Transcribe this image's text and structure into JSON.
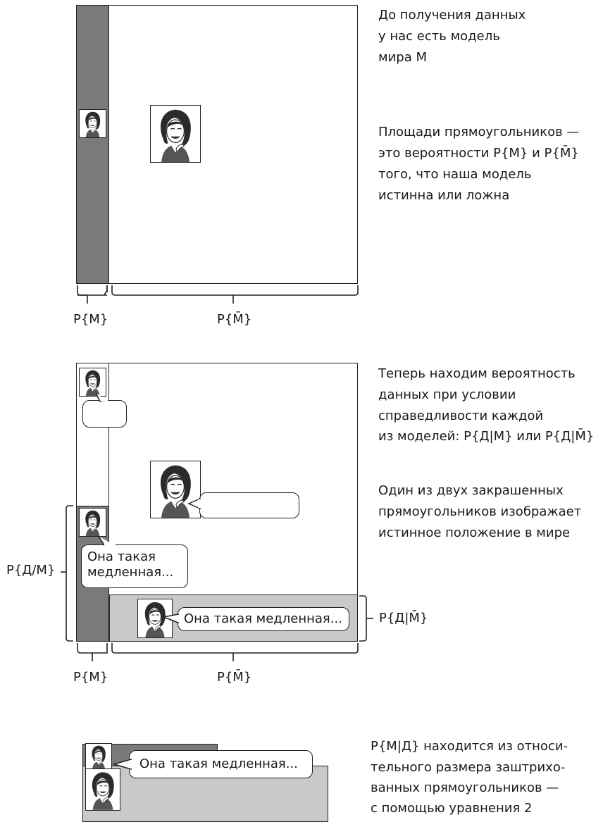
{
  "panel1": {
    "text_lines": [
      "До получения данных",
      "у нас есть модель",
      "мира М"
    ],
    "text2_lines": [
      "Площади прямоугольников —",
      "это вероятности Р{М} и Р{М̄}",
      "того, что наша модель",
      "истинна или ложна"
    ],
    "label_pm": "Р{М}",
    "label_pmbar": "Р{М̄}"
  },
  "panel2": {
    "text_lines": [
      "Теперь находим вероятность",
      "данных при условии",
      "справедливости каждой",
      "из моделей: Р{Д|М} или Р{Д|М̄}"
    ],
    "text2_lines": [
      "Один из двух закрашенных",
      "прямоугольников изображает",
      "истинное положение в мире"
    ],
    "label_pdm": "Р{Д/М}",
    "label_pdmbar": "Р{Д|М̄}",
    "label_pm": "Р{М}",
    "label_pmbar": "Р{М̄}",
    "bubble_left_lines": [
      "Она такая",
      "медленная..."
    ],
    "bubble_bottom": "Она такая медленная..."
  },
  "panel3": {
    "text_lines": [
      "Р{М|Д} находится из относи-",
      "тельного размера заштрихо-",
      "ванных прямоугольников —",
      "с помощью уравнения 2"
    ],
    "bubble": "Она такая медленная..."
  },
  "colors": {
    "dark_fill": "#7a7a7a",
    "light_fill": "#c9c9c9",
    "stroke": "#222222"
  },
  "icons": [
    "woman-portrait-icon"
  ]
}
